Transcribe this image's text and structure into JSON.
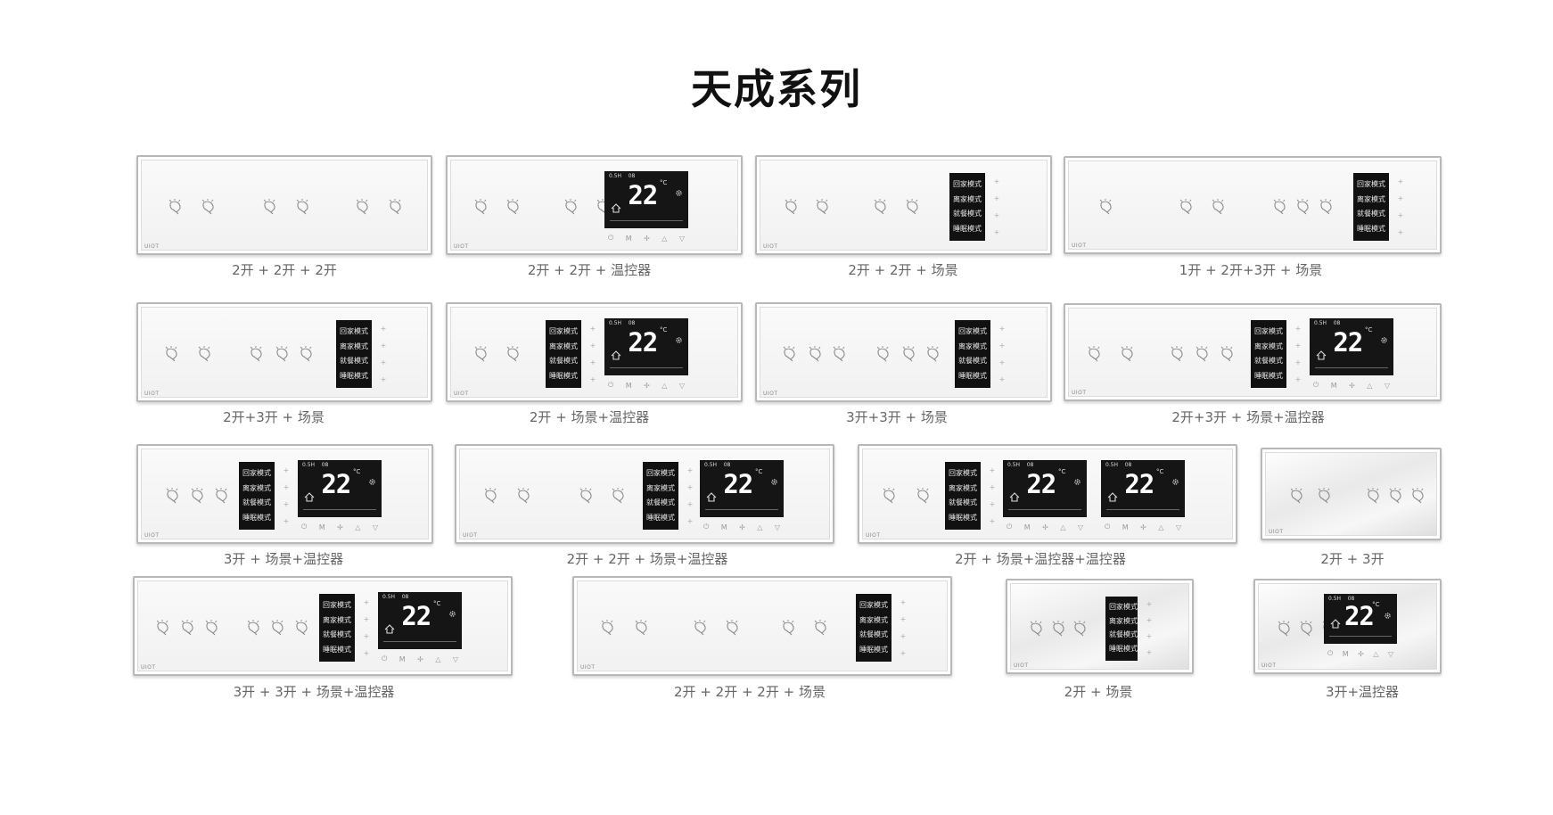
{
  "title": "天成系列",
  "colors": {
    "background": "#ffffff",
    "panel": "#f5f5f5",
    "display": "#151515",
    "caption": "#666666"
  },
  "brand": "UIOT",
  "scenes": [
    "回家模式",
    "离家模式",
    "就餐模式",
    "睡眠模式"
  ],
  "thermostat": {
    "status": "0.5H",
    "mode_text": "08",
    "temperature": "22",
    "unit": "°C",
    "buttons": [
      "⏻",
      "M",
      "✢",
      "△",
      "▽"
    ]
  },
  "panels": [
    {
      "caption": "2开 + 2开 + 2开"
    },
    {
      "caption": "2开 + 2开 + 温控器"
    },
    {
      "caption": "2开 + 2开 + 场景"
    },
    {
      "caption": "1开 + 2开+3开 + 场景"
    },
    {
      "caption": "2开+3开 + 场景"
    },
    {
      "caption": "2开 + 场景+温控器"
    },
    {
      "caption": "3开+3开 + 场景"
    },
    {
      "caption": "2开+3开 + 场景+温控器"
    },
    {
      "caption": "3开 + 场景+温控器"
    },
    {
      "caption": "2开 + 2开 + 场景+温控器"
    },
    {
      "caption": "2开 + 场景+温控器+温控器"
    },
    {
      "caption": "2开 + 3开"
    },
    {
      "caption": "3开 + 3开 + 场景+温控器"
    },
    {
      "caption": "2开 + 2开 + 2开 + 场景"
    },
    {
      "caption": "2开 + 场景"
    },
    {
      "caption": "3开+温控器"
    }
  ]
}
